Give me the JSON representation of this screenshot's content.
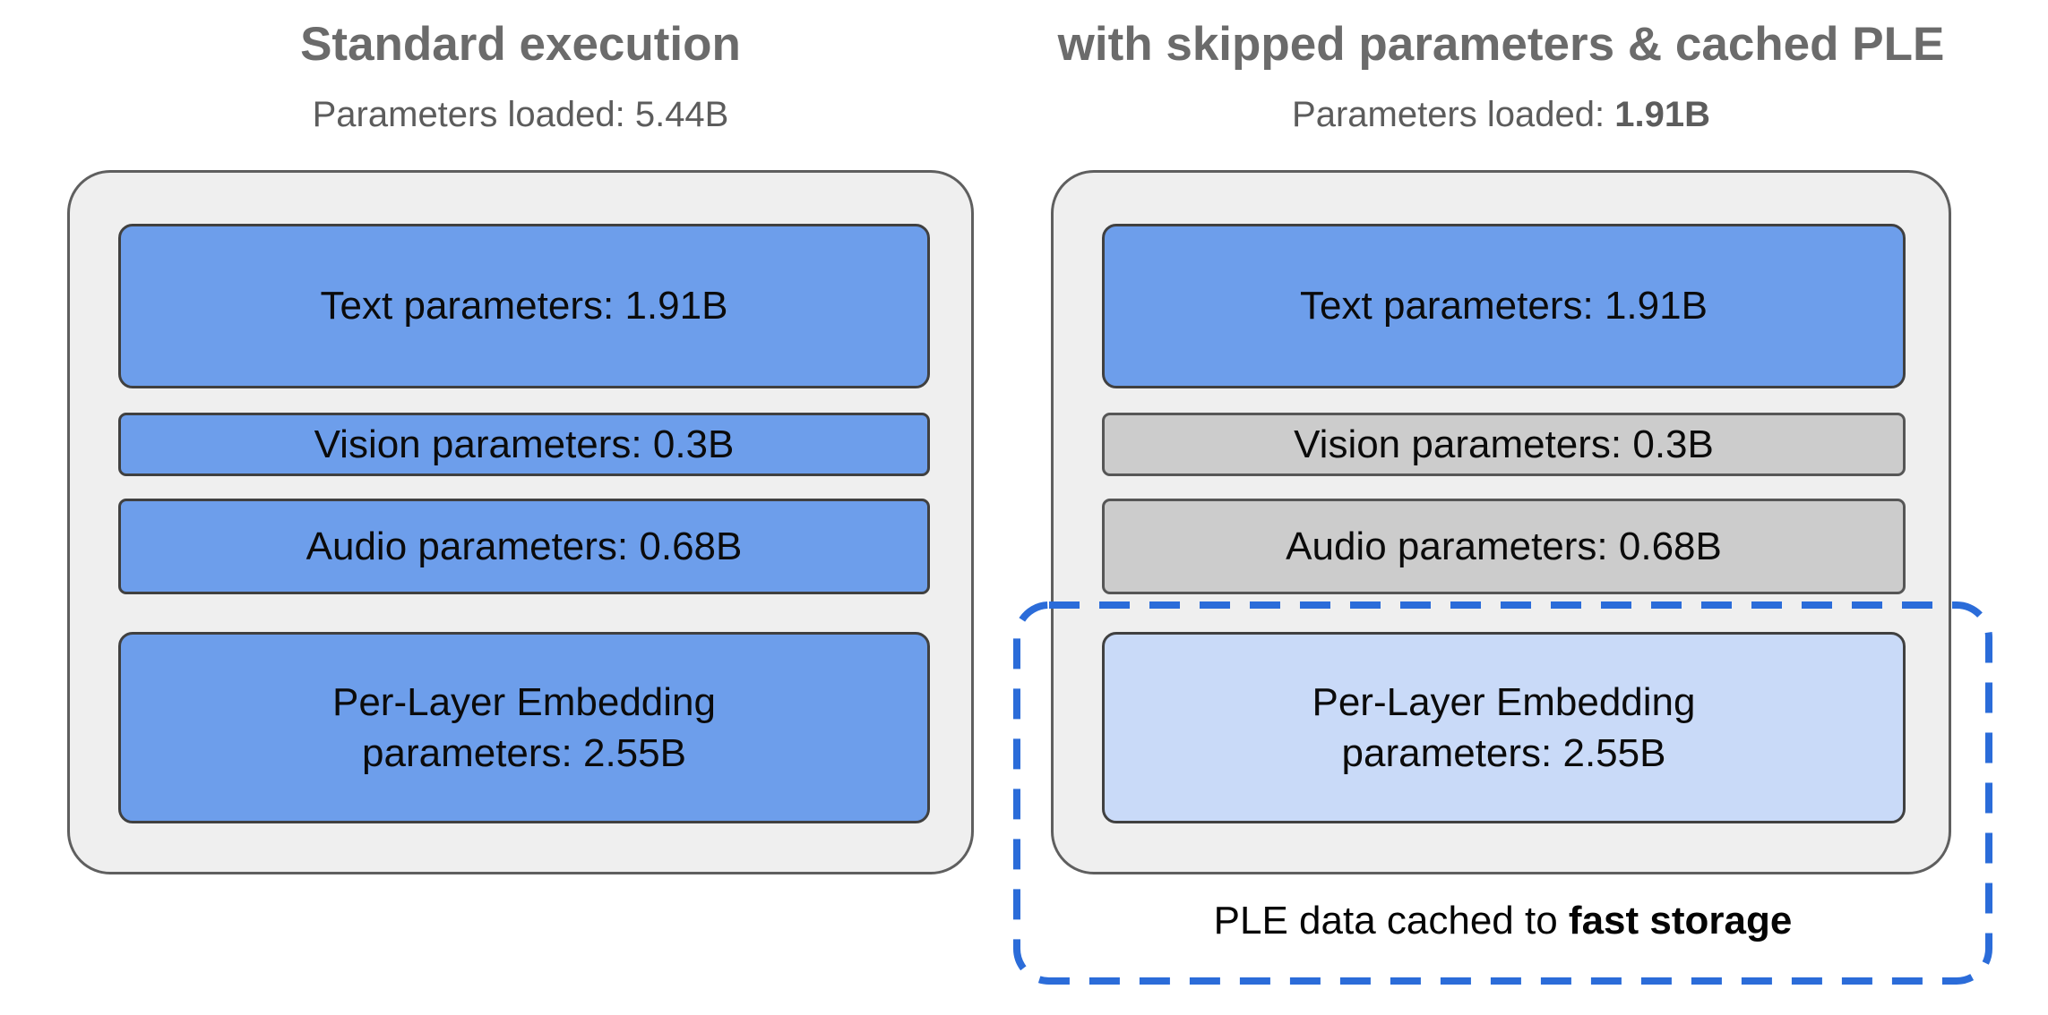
{
  "colors": {
    "page_background": "#ffffff",
    "title_gray": "#6b6b6b",
    "subtitle_gray": "#5c5c5c",
    "container_fill": "#efefef",
    "container_border": "#5f5f5f",
    "blue_box_fill": "#6d9eeb",
    "gray_box_fill": "#cccccc",
    "light_blue_box_fill": "#c9daf8",
    "box_border": "#404040",
    "dashed_outline_blue": "#2b6cd9",
    "box_text": "#0b0b0b"
  },
  "panels": [
    {
      "title": "Standard execution",
      "subtitle_label": "Parameters loaded: ",
      "subtitle_value": "5.44B",
      "boxes": [
        {
          "name": "text-parameters",
          "label": "Text parameters: 1.91B",
          "variant": "blue"
        },
        {
          "name": "vision-parameters",
          "label": "Vision parameters: 0.3B",
          "variant": "blue"
        },
        {
          "name": "audio-parameters",
          "label": "Audio parameters: 0.68B",
          "variant": "blue"
        },
        {
          "name": "ple-parameters",
          "label": "Per-Layer Embedding\nparameters: 2.55B",
          "variant": "blue"
        }
      ]
    },
    {
      "title": "with skipped parameters & cached PLE",
      "subtitle_label": "Parameters loaded: ",
      "subtitle_value": "1.91B",
      "boxes": [
        {
          "name": "text-parameters",
          "label": "Text parameters: 1.91B",
          "variant": "blue"
        },
        {
          "name": "vision-parameters",
          "label": "Vision parameters: 0.3B",
          "variant": "gray"
        },
        {
          "name": "audio-parameters",
          "label": "Audio parameters: 0.68B",
          "variant": "gray"
        },
        {
          "name": "ple-parameters",
          "label": "Per-Layer Embedding\nparameters: 2.55B",
          "variant": "lightblue"
        }
      ]
    }
  ],
  "callout": {
    "text": "PLE data cached to ",
    "bold_text": "fast storage"
  }
}
